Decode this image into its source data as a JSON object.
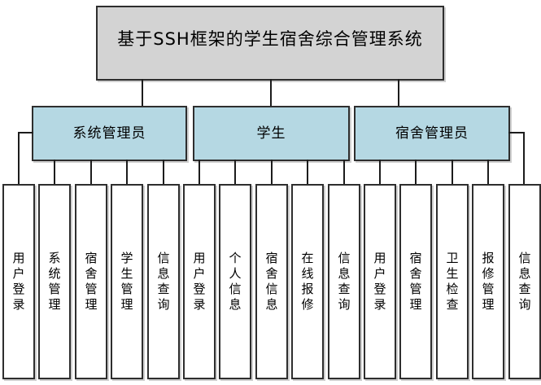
{
  "diagram": {
    "title": "基于SSH框架的学生宿舍综合管理系统",
    "roles": [
      {
        "label": "系统管理员",
        "functions": [
          "用户登录",
          "系统管理",
          "宿舍管理",
          "学生管理",
          "信息查询"
        ]
      },
      {
        "label": "学生",
        "functions": [
          "用户登录",
          "个人信息",
          "宿舍信息",
          "在线报修",
          "信息查询"
        ]
      },
      {
        "label": "宿舍管理员",
        "functions": [
          "用户登录",
          "宿舍管理",
          "卫生检查",
          "报修管理",
          "信息查询"
        ]
      }
    ],
    "colors": {
      "root_fill": "#d3d3d3",
      "role_fill": "#b5d8e3",
      "leaf_fill": "#ffffff",
      "border": "#2e2e2e",
      "connector": "#1c1c1c"
    }
  }
}
